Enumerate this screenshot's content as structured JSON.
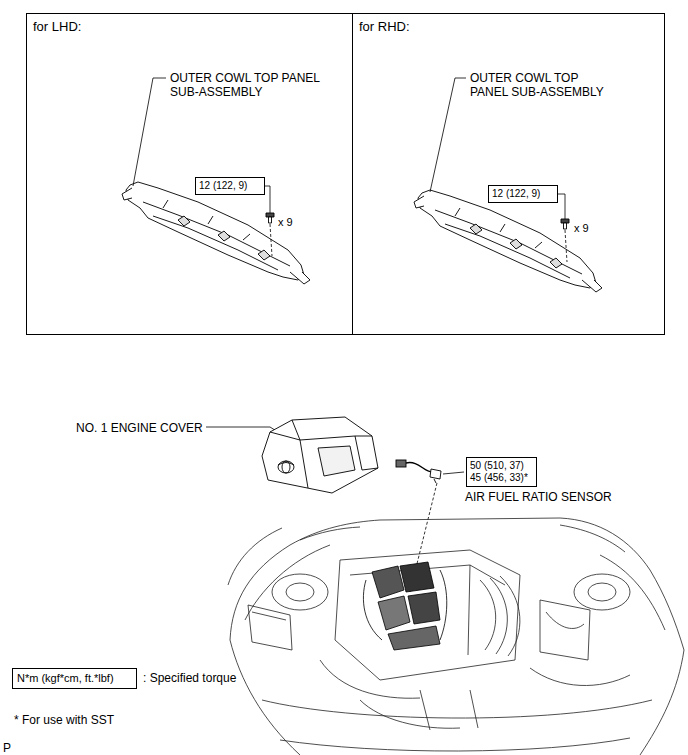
{
  "diagram": {
    "nodes": [
      {
        "text": [
          "for LHD:"
        ]
      },
      {
        "text": [
          "12 (122, 9)"
        ],
        "in": 0
      },
      {
        "text": [
          "for RHD:"
        ]
      },
      {
        "text": [
          "12 (122, 9)"
        ],
        "in": 2
      },
      {
        "text": [
          "50 (510, 37)",
          "45 (456, 33)*"
        ]
      },
      {
        "text": [
          "N*m (kgf*cm, ft.*lbf)"
        ]
      }
    ],
    "labels": [
      "OUTER COWL TOP PANEL SUB-ASSEMBLY",
      "x 9",
      "OUTER COWL TOP PANEL SUB-ASSEMBLY",
      "x 9",
      "NO. 1 ENGINE COVER",
      "AIR FUEL RATIO SENSOR",
      ": Specified torque",
      "* For use with SST",
      "P"
    ]
  }
}
